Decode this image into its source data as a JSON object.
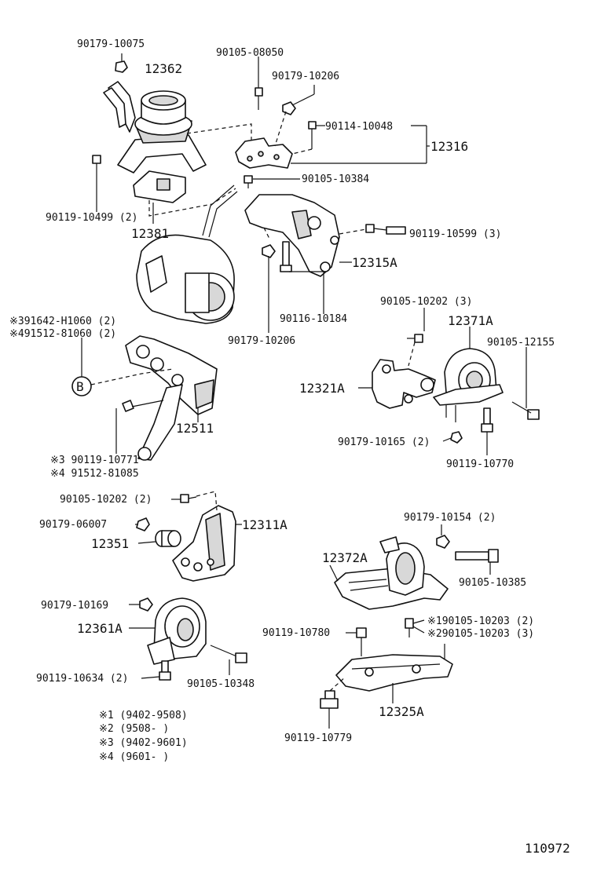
{
  "labels": {
    "p90179_10075": "90179-10075",
    "p12362": "12362",
    "p90105_08050": "90105-08050",
    "p90179_10206_top": "90179-10206",
    "p90114_10048": "90114-10048",
    "p12316": "12316",
    "p90105_10384": "90105-10384",
    "p90119_10499": "90119-10499 (2)",
    "p12381": "12381",
    "p90119_10599": "90119-10599 (3)",
    "p12315A": "12315A",
    "p90116_10184": "90116-10184",
    "p90179_10206_bot": "90179-10206",
    "p391642": "※391642-H1060 (2)",
    "p491512": "※491512-81060 (2)",
    "callout_b": "B",
    "p12511": "12511",
    "p3_90119": "※3  90119-10771",
    "p4_91512": "※4  91512-81085",
    "p90105_10202_3": "90105-10202 (3)",
    "p12371A": "12371A",
    "p90105_12155": "90105-12155",
    "p12321A": "12321A",
    "p90179_10165": "90179-10165 (2)",
    "p90119_10770": "90119-10770",
    "p90105_10202_2": "90105-10202 (2)",
    "p90179_06007": "90179-06007",
    "p12311A": "12311A",
    "p12351": "12351",
    "p90179_10154": "90179-10154 (2)",
    "p12372A": "12372A",
    "p90105_10385": "90105-10385",
    "p90179_10169": "90179-10169",
    "p12361A": "12361A",
    "p90119_10780": "90119-10780",
    "p190105": "※190105-10203 (2)",
    "p290105": "※290105-10203 (3)",
    "p90119_10634": "90119-10634 (2)",
    "p90105_10348": "90105-10348",
    "p12325A": "12325A",
    "p90119_10779": "90119-10779",
    "diagram_id": "110972"
  },
  "legend": [
    "※1 (9402-9508)",
    "※2 (9508-      )",
    "※3 (9402-9601)",
    "※4 (9601-      )"
  ]
}
